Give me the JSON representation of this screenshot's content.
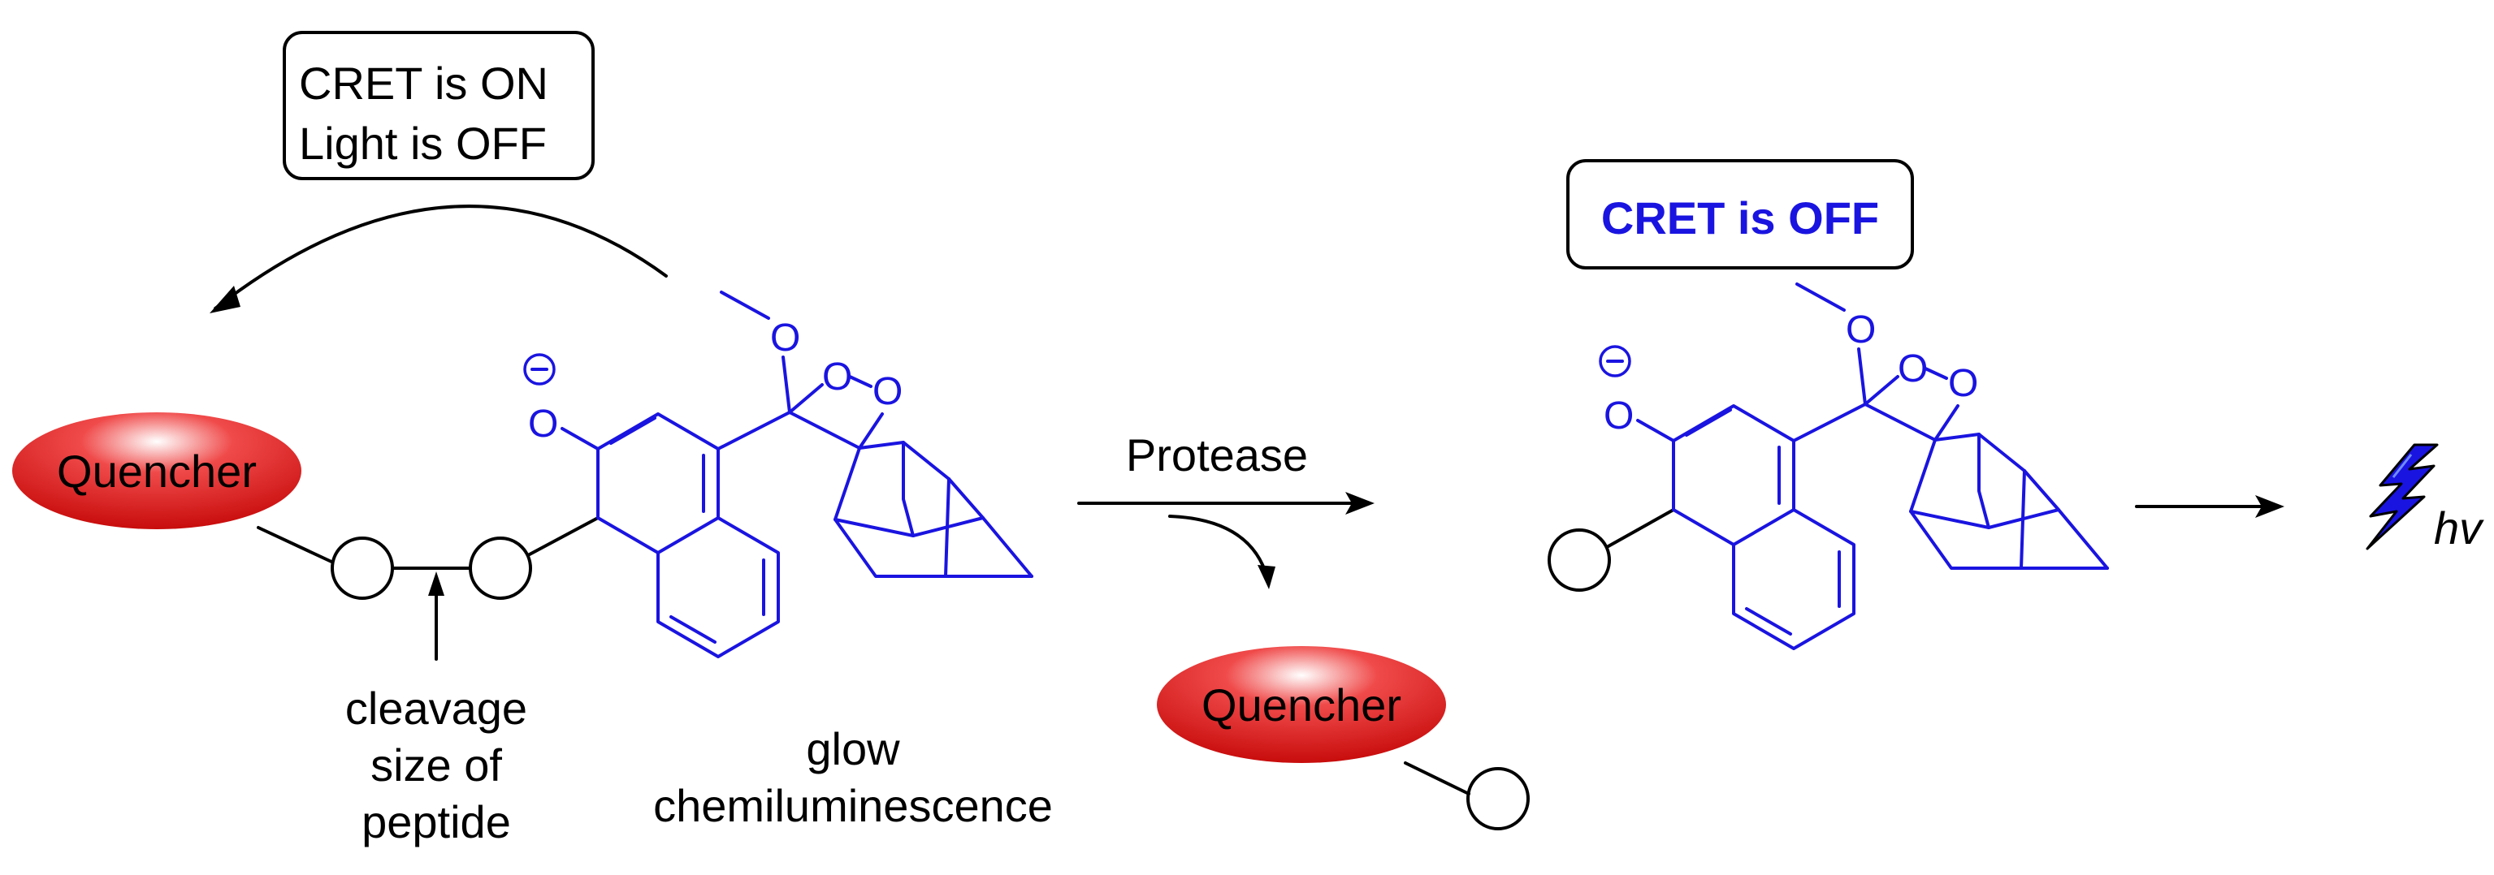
{
  "colors": {
    "molecule": "#1a14e0",
    "ink": "#000000",
    "quencher_fill": "#e31515",
    "quencher_highlight": "#ffffff",
    "lightning": "#1a14e0"
  },
  "icons": [
    "lightning-bolt-icon"
  ],
  "callouts": {
    "cret_on_line1": "CRET is ON",
    "cret_on_line2": "Light is OFF",
    "cret_off": "CRET is OFF"
  },
  "labels": {
    "quencher_left": "Quencher",
    "quencher_bottom": "Quencher",
    "protease": "Protease",
    "cleavage_line1": "cleavage",
    "cleavage_line2": "size of",
    "cleavage_line3": "peptide",
    "glow_line1": "glow",
    "glow_line2": "chemiluminescence",
    "hv": "hv"
  },
  "atoms": {
    "oxygen": "O",
    "charge": "−"
  }
}
